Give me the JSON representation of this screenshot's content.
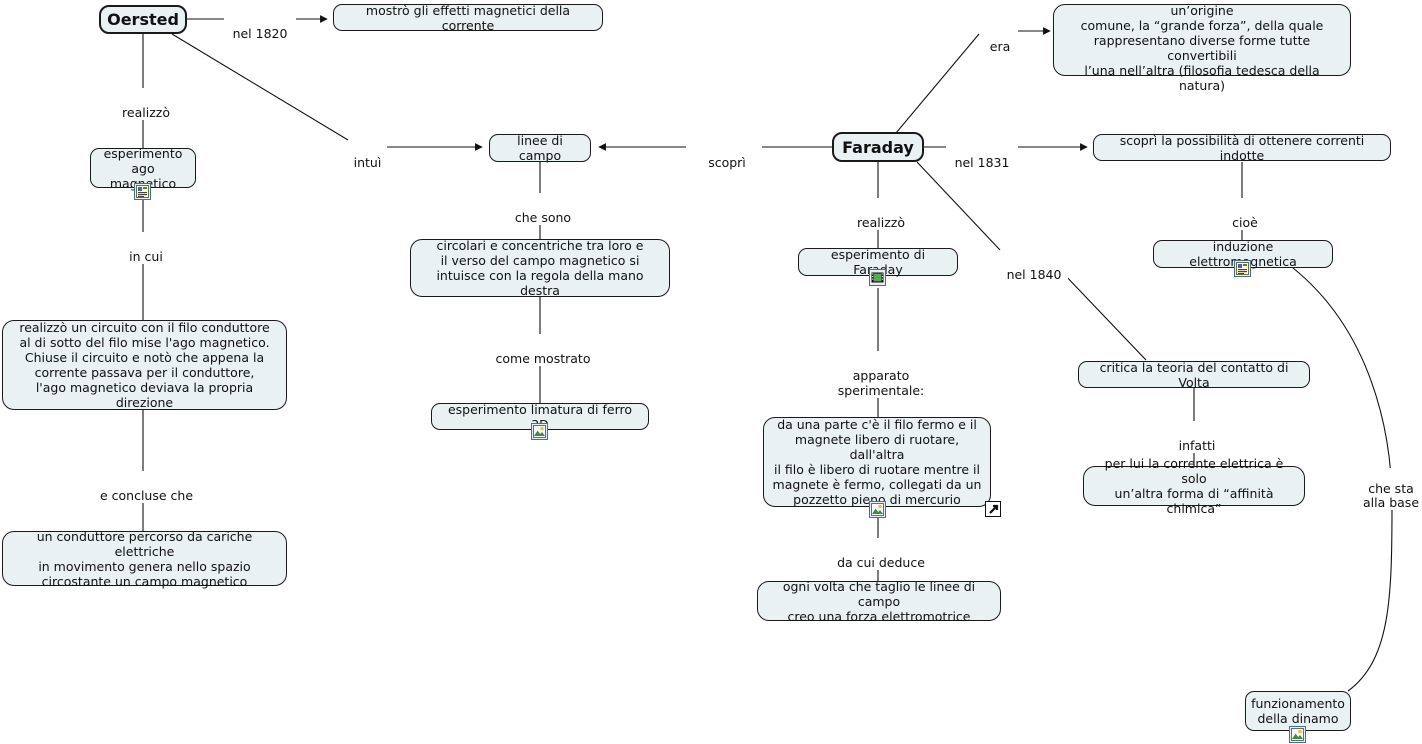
{
  "map": {
    "title": "Mappa concettuale Oersted - Faraday",
    "node_fill": "#eaf1f3",
    "node_stroke": "#1a1a1a",
    "edge_color": "#111111",
    "badge_border": "#3f6fa8"
  },
  "nodes": [
    {
      "id": "oersted",
      "label": "Oersted",
      "kind": "person",
      "badge": "none"
    },
    {
      "id": "effetti",
      "label": "mostrò gli effetti magnetici della corrente",
      "kind": "concept",
      "badge": "none"
    },
    {
      "id": "esperimento_ago",
      "label": "esperimento\nago magnetico",
      "kind": "concept",
      "badge": "document-icon"
    },
    {
      "id": "circuito",
      "label": "realizzò un circuito con il filo conduttore\nal di sotto del filo mise l'ago magnetico.\nChiuse il circuito e notò che appena la\ncorrente passava per il conduttore,\nl'ago magnetico deviava la propria direzione",
      "kind": "concept",
      "badge": "none"
    },
    {
      "id": "conduttore",
      "label": "un conduttore percorso da cariche elettriche\nin movimento  genera nello spazio\ncircostante un campo magnetico",
      "kind": "concept",
      "badge": "none"
    },
    {
      "id": "linee",
      "label": "linee di campo",
      "kind": "concept",
      "badge": "none"
    },
    {
      "id": "circolari",
      "label": "circolari e concentriche tra loro e\nil verso del campo magnetico si\nintuisce con la regola della mano destra",
      "kind": "concept",
      "badge": "none"
    },
    {
      "id": "limatura",
      "label": "esperimento limatura di ferro 3D",
      "kind": "concept",
      "badge": "picture-icon"
    },
    {
      "id": "faraday",
      "label": "Faraday",
      "kind": "person",
      "badge": "none"
    },
    {
      "id": "convinto",
      "label": "convinto che tutte le forze abbiano un’origine\ncomune, la “grande forza”, della quale\nrappresentano diverse forme tutte convertibili\nl’una nell’altra (filosofia tedesca della natura)",
      "kind": "concept",
      "badge": "none"
    },
    {
      "id": "correnti_indotte",
      "label": "scoprì la possibilità di ottenere correnti indotte",
      "kind": "concept",
      "badge": "none"
    },
    {
      "id": "induzione",
      "label": "induzione elettromagnetica",
      "kind": "concept",
      "badge": "document-icon"
    },
    {
      "id": "esp_faraday",
      "label": "esperimento di Faraday",
      "kind": "concept",
      "badge": "film-icon"
    },
    {
      "id": "apparato",
      "label": "da una parte c'è il filo fermo e il\nmagnete libero di ruotare, dall'altra\nil filo è libero di ruotare mentre il\nmagnete è fermo, collegati da un\npozzetto pieno di mercurio",
      "kind": "concept",
      "badge": "picture-icon",
      "link": "external-link-icon"
    },
    {
      "id": "fem",
      "label": "ogni volta che taglio le linee di campo\ncreo una forza elettromotrice",
      "kind": "concept",
      "badge": "none"
    },
    {
      "id": "critica",
      "label": "critica la teoria del contatto di Volta",
      "kind": "concept",
      "badge": "none"
    },
    {
      "id": "affinita",
      "label": "per lui la corrente elettrica è solo\nun’altra forma di “affinità chimica”",
      "kind": "concept",
      "badge": "none"
    },
    {
      "id": "dinamo",
      "label": "funzionamento\ndella dinamo",
      "kind": "concept",
      "badge": "picture-icon"
    }
  ],
  "edge_labels": [
    {
      "id": "nel1820",
      "text": "nel 1820"
    },
    {
      "id": "realizzo_o",
      "text": "realizzò"
    },
    {
      "id": "intui",
      "text": "intuì"
    },
    {
      "id": "incui",
      "text": "in cui"
    },
    {
      "id": "econcluse",
      "text": "e concluse che"
    },
    {
      "id": "chesono",
      "text": "che sono"
    },
    {
      "id": "comemostrato",
      "text": "come mostrato"
    },
    {
      "id": "scopri",
      "text": "scoprì"
    },
    {
      "id": "era",
      "text": "era"
    },
    {
      "id": "nel1831",
      "text": "nel 1831"
    },
    {
      "id": "cioe",
      "text": "cioè"
    },
    {
      "id": "realizzo_f",
      "text": "realizzò"
    },
    {
      "id": "nel1840",
      "text": "nel 1840"
    },
    {
      "id": "apparato_lbl",
      "text": "apparato sperimentale:"
    },
    {
      "id": "dacuideduce",
      "text": "da cui deduce"
    },
    {
      "id": "infatti",
      "text": "infatti"
    },
    {
      "id": "chesta",
      "text": "che sta\nalla base"
    }
  ]
}
